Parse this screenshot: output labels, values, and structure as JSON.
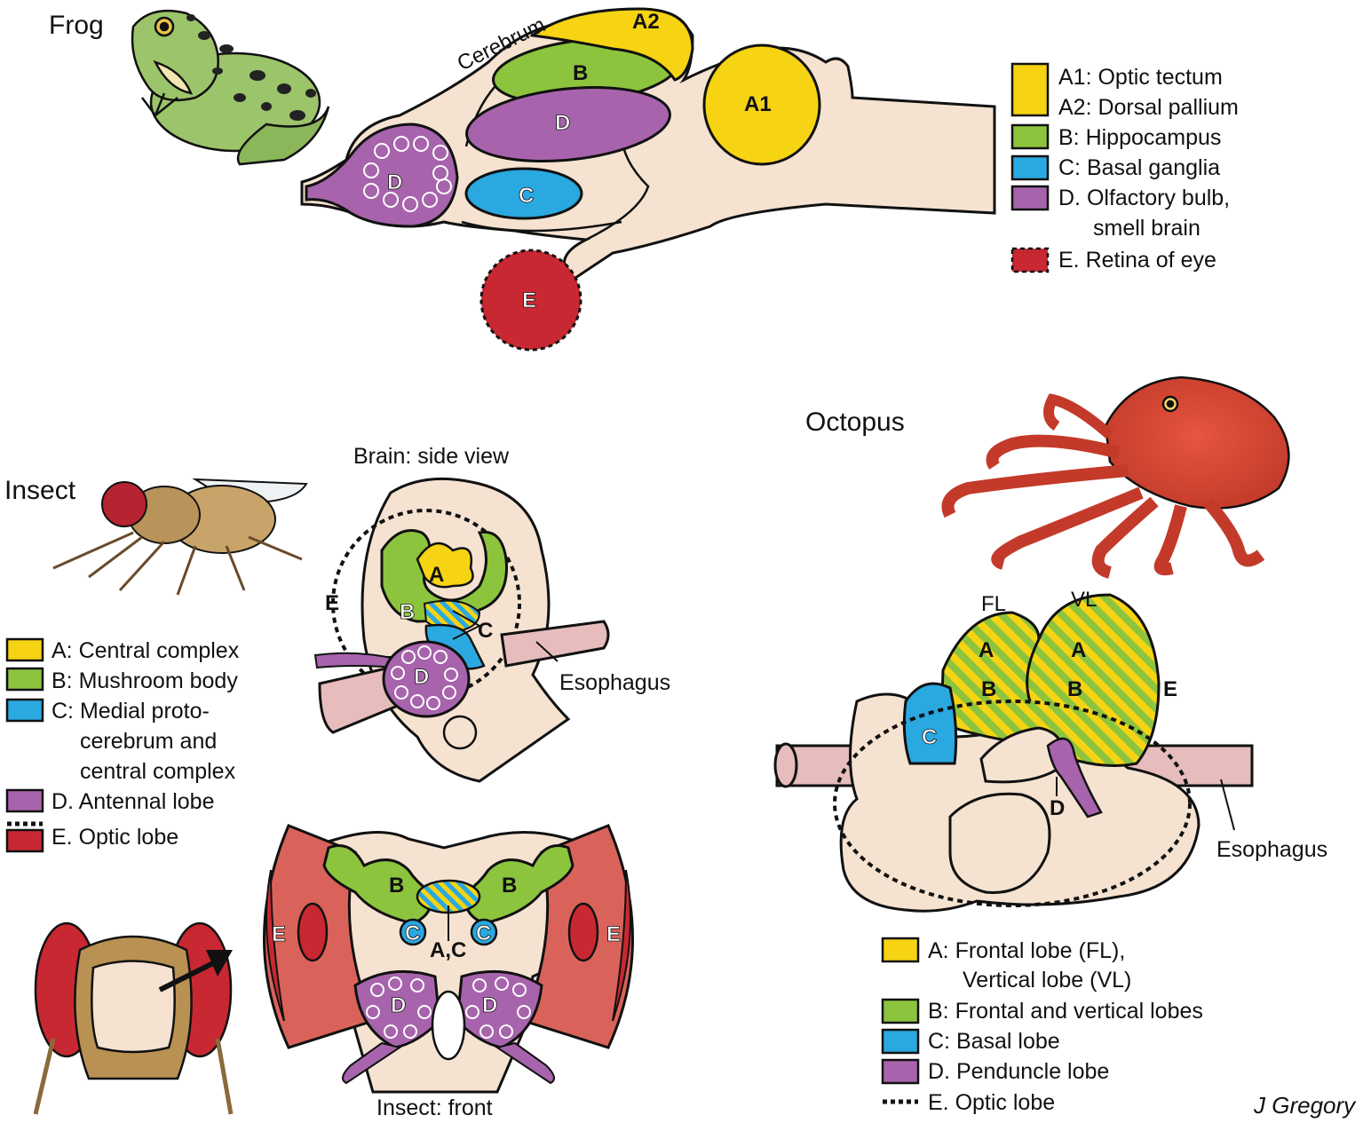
{
  "colors": {
    "yellow": "#f6d313",
    "green": "#8cc43e",
    "blue": "#2aa8e0",
    "purple": "#a764ac",
    "red": "#c82831",
    "tissue": "#f5e2d0",
    "esophagus": "#e6bcbc",
    "fly_red": "#d9635a"
  },
  "frog": {
    "title": "Frog",
    "cerebrum": "Cerebrum",
    "labels": {
      "a2": "A2",
      "a1": "A1",
      "b": "B",
      "d1": "D",
      "d2": "D",
      "c": "C",
      "e": "E"
    },
    "legend": [
      {
        "swatch": "yellow",
        "text": "A1: Optic tectum"
      },
      {
        "swatch": "yellow",
        "text": "A2: Dorsal pallium"
      },
      {
        "swatch": "green",
        "text": "B: Hippocampus"
      },
      {
        "swatch": "blue",
        "text": "C: Basal ganglia"
      },
      {
        "swatch": "purple",
        "text": "D. Olfactory bulb,"
      },
      {
        "swatch": "purple",
        "text": "smell brain"
      },
      {
        "swatch": "red-dashed",
        "text": "E. Retina of eye"
      }
    ]
  },
  "insect": {
    "title": "Insect",
    "side_view_title": "Brain: side view",
    "front_title": "Insect: front",
    "esophagus": "Esophagus",
    "labels": {
      "a": "A",
      "b": "B",
      "c": "C",
      "d": "D",
      "e": "E",
      "ac": "A,C"
    },
    "legend": [
      {
        "swatch": "yellow",
        "text": "A: Central complex"
      },
      {
        "swatch": "green",
        "text": "B: Mushroom body"
      },
      {
        "swatch": "blue",
        "text": "C: Medial proto-"
      },
      {
        "swatch": "blue",
        "text": "cerebrum and"
      },
      {
        "swatch": "blue",
        "text": "central complex"
      },
      {
        "swatch": "purple",
        "text": "D. Antennal lobe"
      },
      {
        "swatch": "dotted",
        "text": "E. Optic lobe"
      },
      {
        "swatch": "red",
        "text": "E. Optic lobe"
      }
    ]
  },
  "octopus": {
    "title": "Octopus",
    "fl": "FL",
    "vl": "VL",
    "esophagus": "Esophagus",
    "labels": {
      "a": "A",
      "b": "B",
      "c": "C",
      "d": "D",
      "e": "E"
    },
    "legend": [
      {
        "swatch": "yellow",
        "text": "A: Frontal lobe (FL),"
      },
      {
        "swatch": "yellow",
        "text": "Vertical lobe (VL)"
      },
      {
        "swatch": "green",
        "text": "B: Frontal and vertical lobes"
      },
      {
        "swatch": "blue",
        "text": "C: Basal lobe"
      },
      {
        "swatch": "purple",
        "text": "D. Penduncle lobe"
      },
      {
        "swatch": "dotted",
        "text": "E. Optic lobe"
      }
    ]
  },
  "signature": "J Gregory"
}
